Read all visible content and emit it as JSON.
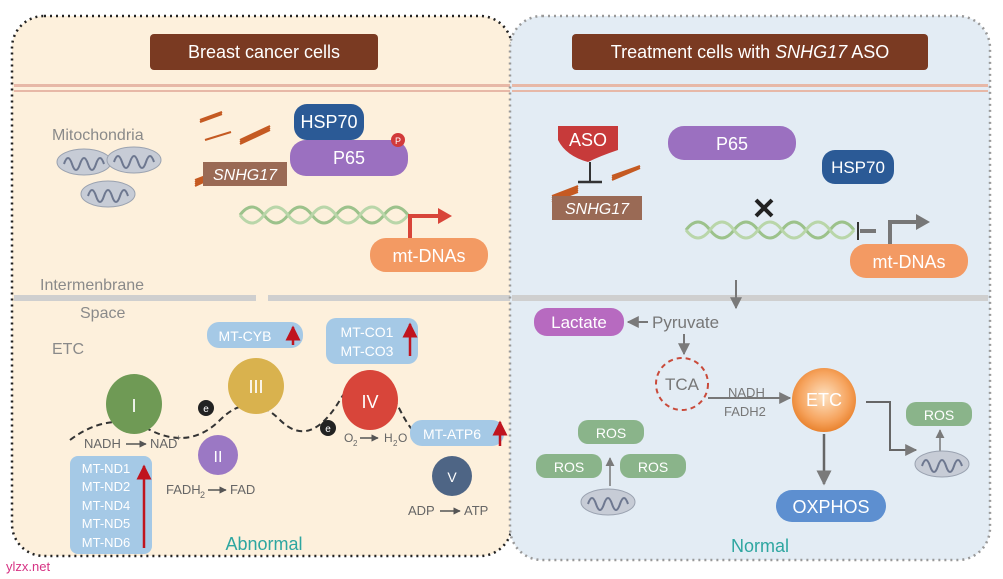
{
  "left_panel": {
    "title": "Breast cancer cells",
    "mito_label": "Mitochondria",
    "hsp70": "HSP70",
    "p65": "P65",
    "phospho": "P",
    "snhg17": "SNHG17",
    "mtdna": "mt-DNAs",
    "intermembrane_1": "Intermenbrane",
    "intermembrane_2": "Space",
    "etc": "ETC",
    "mt_cyb": "MT-CYB",
    "mt_co1": "MT-CO1",
    "mt_co3": "MT-CO3",
    "complex_1": "I",
    "complex_2": "II",
    "complex_3": "III",
    "complex_4": "IV",
    "complex_5": "V",
    "electron": "e",
    "nadh": "NADH",
    "nad": "NAD",
    "nad_sup": "+",
    "fadh": "FADH",
    "fadh_sub": "2",
    "fad": "FAD",
    "o": "O",
    "o_sub": "2",
    "h": "H",
    "h_sub": "2",
    "h_o": "O",
    "mt_atp6": "MT-ATP6",
    "adp": "ADP",
    "atp": "ATP",
    "nd_genes": [
      "MT-ND1",
      "MT-ND2",
      "MT-ND4",
      "MT-ND5",
      "MT-ND6"
    ],
    "status": "Abnormal"
  },
  "right_panel": {
    "title_pre": "Treatment cells with ",
    "title_italic": "SNHG17",
    "title_post": " ASO",
    "aso": "ASO",
    "snhg17": "SNHG17",
    "p65": "P65",
    "hsp70": "HSP70",
    "mtdna": "mt-DNAs",
    "lactate": "Lactate",
    "pyruvate": "Pyruvate",
    "tca": "TCA",
    "nadh": "NADH",
    "fadh2": "FADH2",
    "etc": "ETC",
    "ros": "ROS",
    "oxphos": "OXPHOS",
    "status": "Normal"
  },
  "watermark": "ylzx.net",
  "colors": {
    "left_bg": "#fdf0dc",
    "right_bg": "#e3ecf4",
    "title_box": "#7a3a22",
    "hsp70": "#2b5a96",
    "p65": "#9b70c0",
    "snhg17_box": "#9a6a55",
    "mtdna": "#f39a63",
    "complex_1": "#6f9a55",
    "complex_2": "#9b78c4",
    "complex_3": "#d9b24e",
    "complex_4": "#d8453a",
    "complex_5": "#4e6585",
    "gene_box": "#a5c9e6",
    "ros": "#8ab48a",
    "oxphos": "#5d8fd0",
    "lactate": "#b76ac0",
    "aso": "#c73a3a",
    "up_arrow": "#c0141e",
    "status_text": "#2ea6a0",
    "watermark": "#d63384"
  }
}
